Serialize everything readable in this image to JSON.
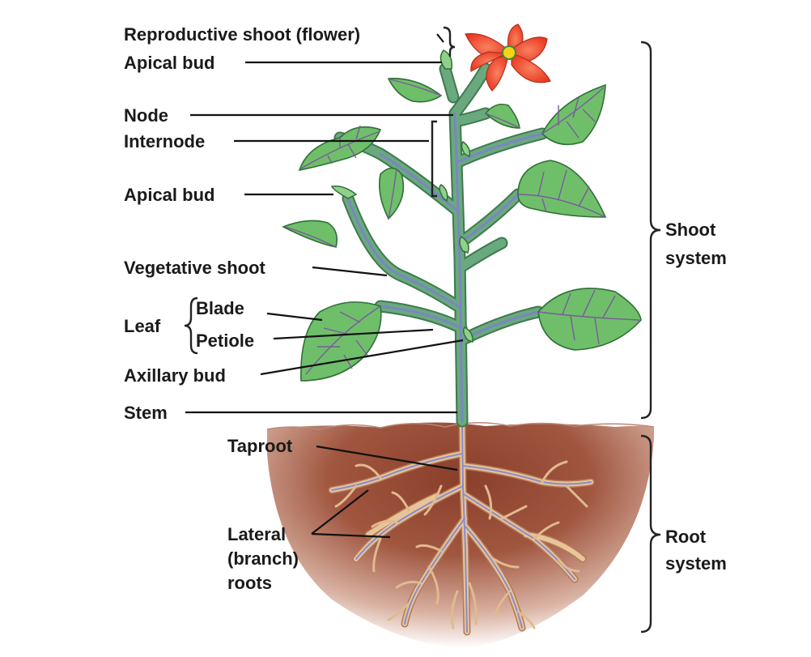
{
  "labels": {
    "reproductive_shoot": "Reproductive shoot (flower)",
    "apical_bud_top": "Apical bud",
    "node": "Node",
    "internode": "Internode",
    "apical_bud_side": "Apical bud",
    "vegetative_shoot": "Vegetative shoot",
    "leaf": "Leaf",
    "blade": "Blade",
    "petiole": "Petiole",
    "axillary_bud": "Axillary bud",
    "stem": "Stem",
    "taproot": "Taproot",
    "lateral_roots": [
      "Lateral",
      "(branch)",
      "roots"
    ],
    "shoot_system": [
      "Shoot",
      "system"
    ],
    "root_system": [
      "Root",
      "system"
    ]
  },
  "colors": {
    "leaf_fill": "#6fbf6a",
    "leaf_outline": "#2f6f37",
    "leaf_vein": "#7b5a9e",
    "stem_fill": "#5c9a6e",
    "stem_core": "#7a86c2",
    "flower_petal": "#ef4a2e",
    "flower_center": "#f6d21a",
    "soil_dark": "#8a3f2b",
    "soil_light": "#f2e2dc",
    "root_fill": "#e8c49a",
    "root_core": "#8a8cc8"
  }
}
